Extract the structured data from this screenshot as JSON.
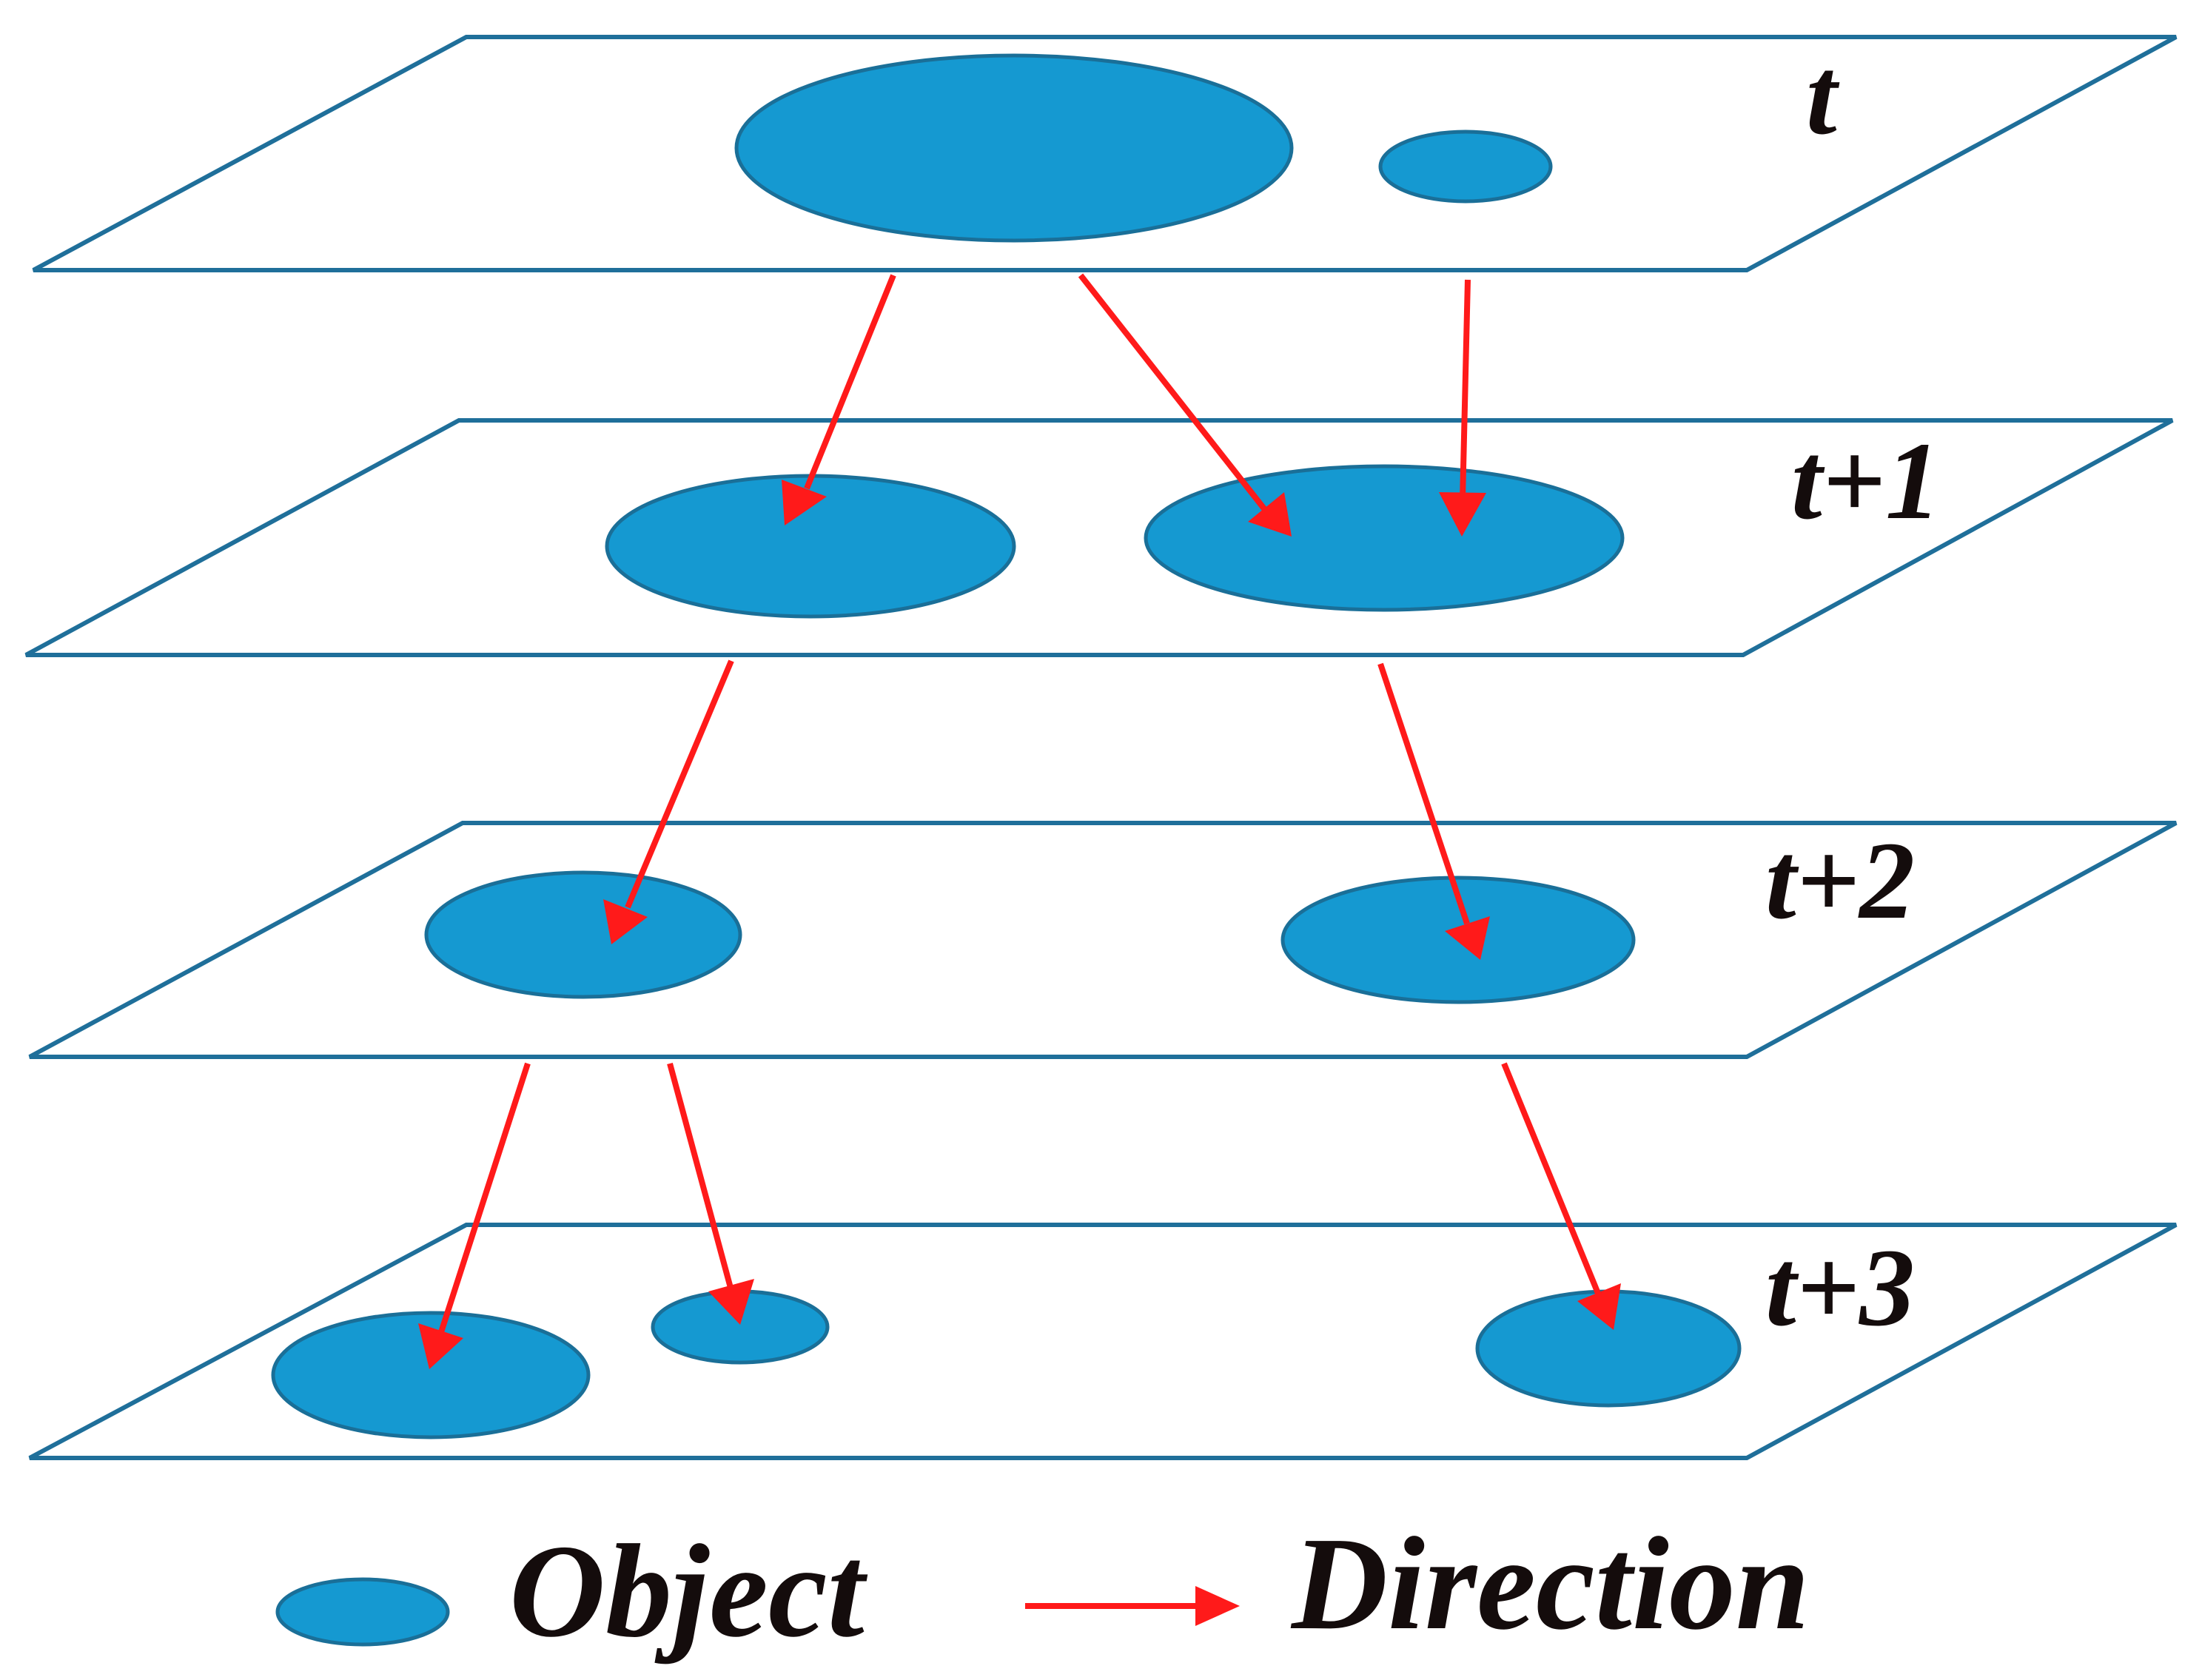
{
  "layers": [
    {
      "label": "t"
    },
    {
      "label": "t+1"
    },
    {
      "label": "t+2"
    },
    {
      "label": "t+3"
    }
  ],
  "legend": {
    "object_label": "Object",
    "direction_label": "Direction"
  },
  "colors": {
    "object_fill": "#1599d1",
    "object_stroke": "#1a6f98",
    "plane_stroke": "#1f6f9a",
    "arrow": "#ff1a1a",
    "text": "#140c0c"
  }
}
